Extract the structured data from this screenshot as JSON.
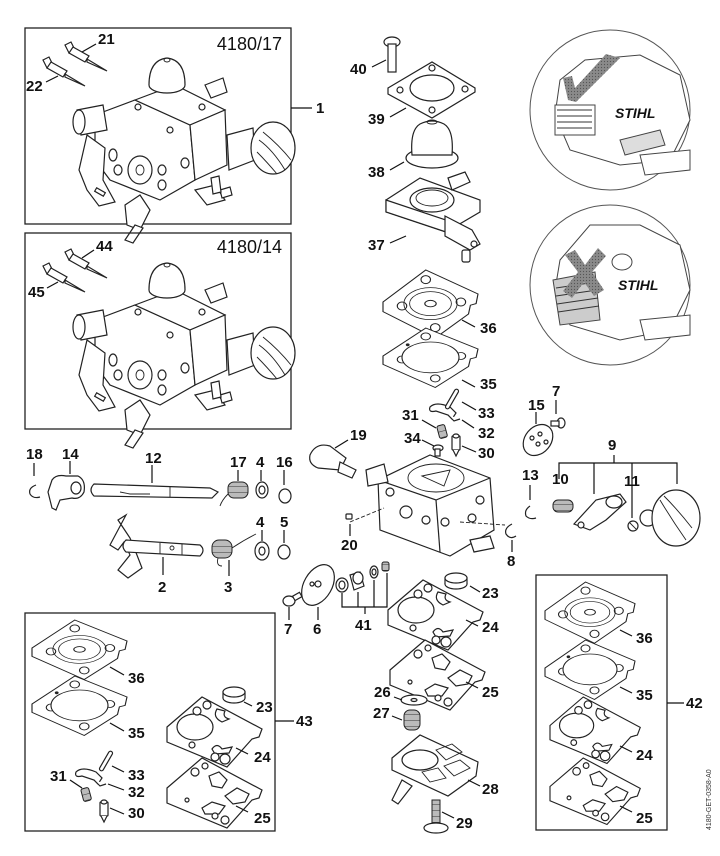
{
  "diagram": {
    "title": "Carburetor exploded parts diagram",
    "document_id": "4180-GET-0358-A0",
    "brand_text": "STIHL",
    "accent_colors": {
      "ok_check": "#6e6e6e",
      "wrong_cross": "#5a5a5a"
    },
    "boxes": [
      {
        "id": "box-4180-17",
        "model": "4180/17",
        "callout": "1",
        "parts": [
          "21",
          "22"
        ]
      },
      {
        "id": "box-4180-14",
        "model": "4180/14",
        "callout": "",
        "parts": [
          "44",
          "45"
        ]
      },
      {
        "id": "box-kit-43",
        "model": "",
        "callout": "43",
        "parts": [
          "36",
          "35",
          "23",
          "24",
          "33",
          "31",
          "32",
          "30",
          "25"
        ]
      },
      {
        "id": "box-kit-42",
        "model": "",
        "callout": "42",
        "parts": [
          "36",
          "35",
          "24",
          "25"
        ]
      }
    ],
    "group_callouts": {
      "choke_group": "9",
      "filter_group": "41"
    },
    "labels": {
      "p1": "1",
      "p2": "2",
      "p3": "3",
      "p4a": "4",
      "p4b": "4",
      "p5": "5",
      "p6": "6",
      "p7a": "7",
      "p7b": "7",
      "p8": "8",
      "p9": "9",
      "p10": "10",
      "p11": "11",
      "p12": "12",
      "p13": "13",
      "p14": "14",
      "p15": "15",
      "p16": "16",
      "p17": "17",
      "p18": "18",
      "p19": "19",
      "p20": "20",
      "p21": "21",
      "p22": "22",
      "p23": "23",
      "p24": "24",
      "p25": "25",
      "p26": "26",
      "p27": "27",
      "p28": "28",
      "p29": "29",
      "p30": "30",
      "p31": "31",
      "p32": "32",
      "p33": "33",
      "p34": "34",
      "p35": "35",
      "p36": "36",
      "p37": "37",
      "p38": "38",
      "p39": "39",
      "p40": "40",
      "p41": "41",
      "p42": "42",
      "p43": "43",
      "p44": "44",
      "p45": "45",
      "k43_36": "36",
      "k43_35": "35",
      "k43_23": "23",
      "k43_24": "24",
      "k43_33": "33",
      "k43_31": "31",
      "k43_32": "32",
      "k43_30": "30",
      "k43_25": "25",
      "k42_36": "36",
      "k42_35": "35",
      "k42_24": "24",
      "k42_25": "25"
    },
    "insets": [
      {
        "id": "inset-correct",
        "meaning": "correct",
        "icon": "check-mark-icon"
      },
      {
        "id": "inset-incorrect",
        "meaning": "incorrect",
        "icon": "cross-mark-icon"
      }
    ]
  }
}
